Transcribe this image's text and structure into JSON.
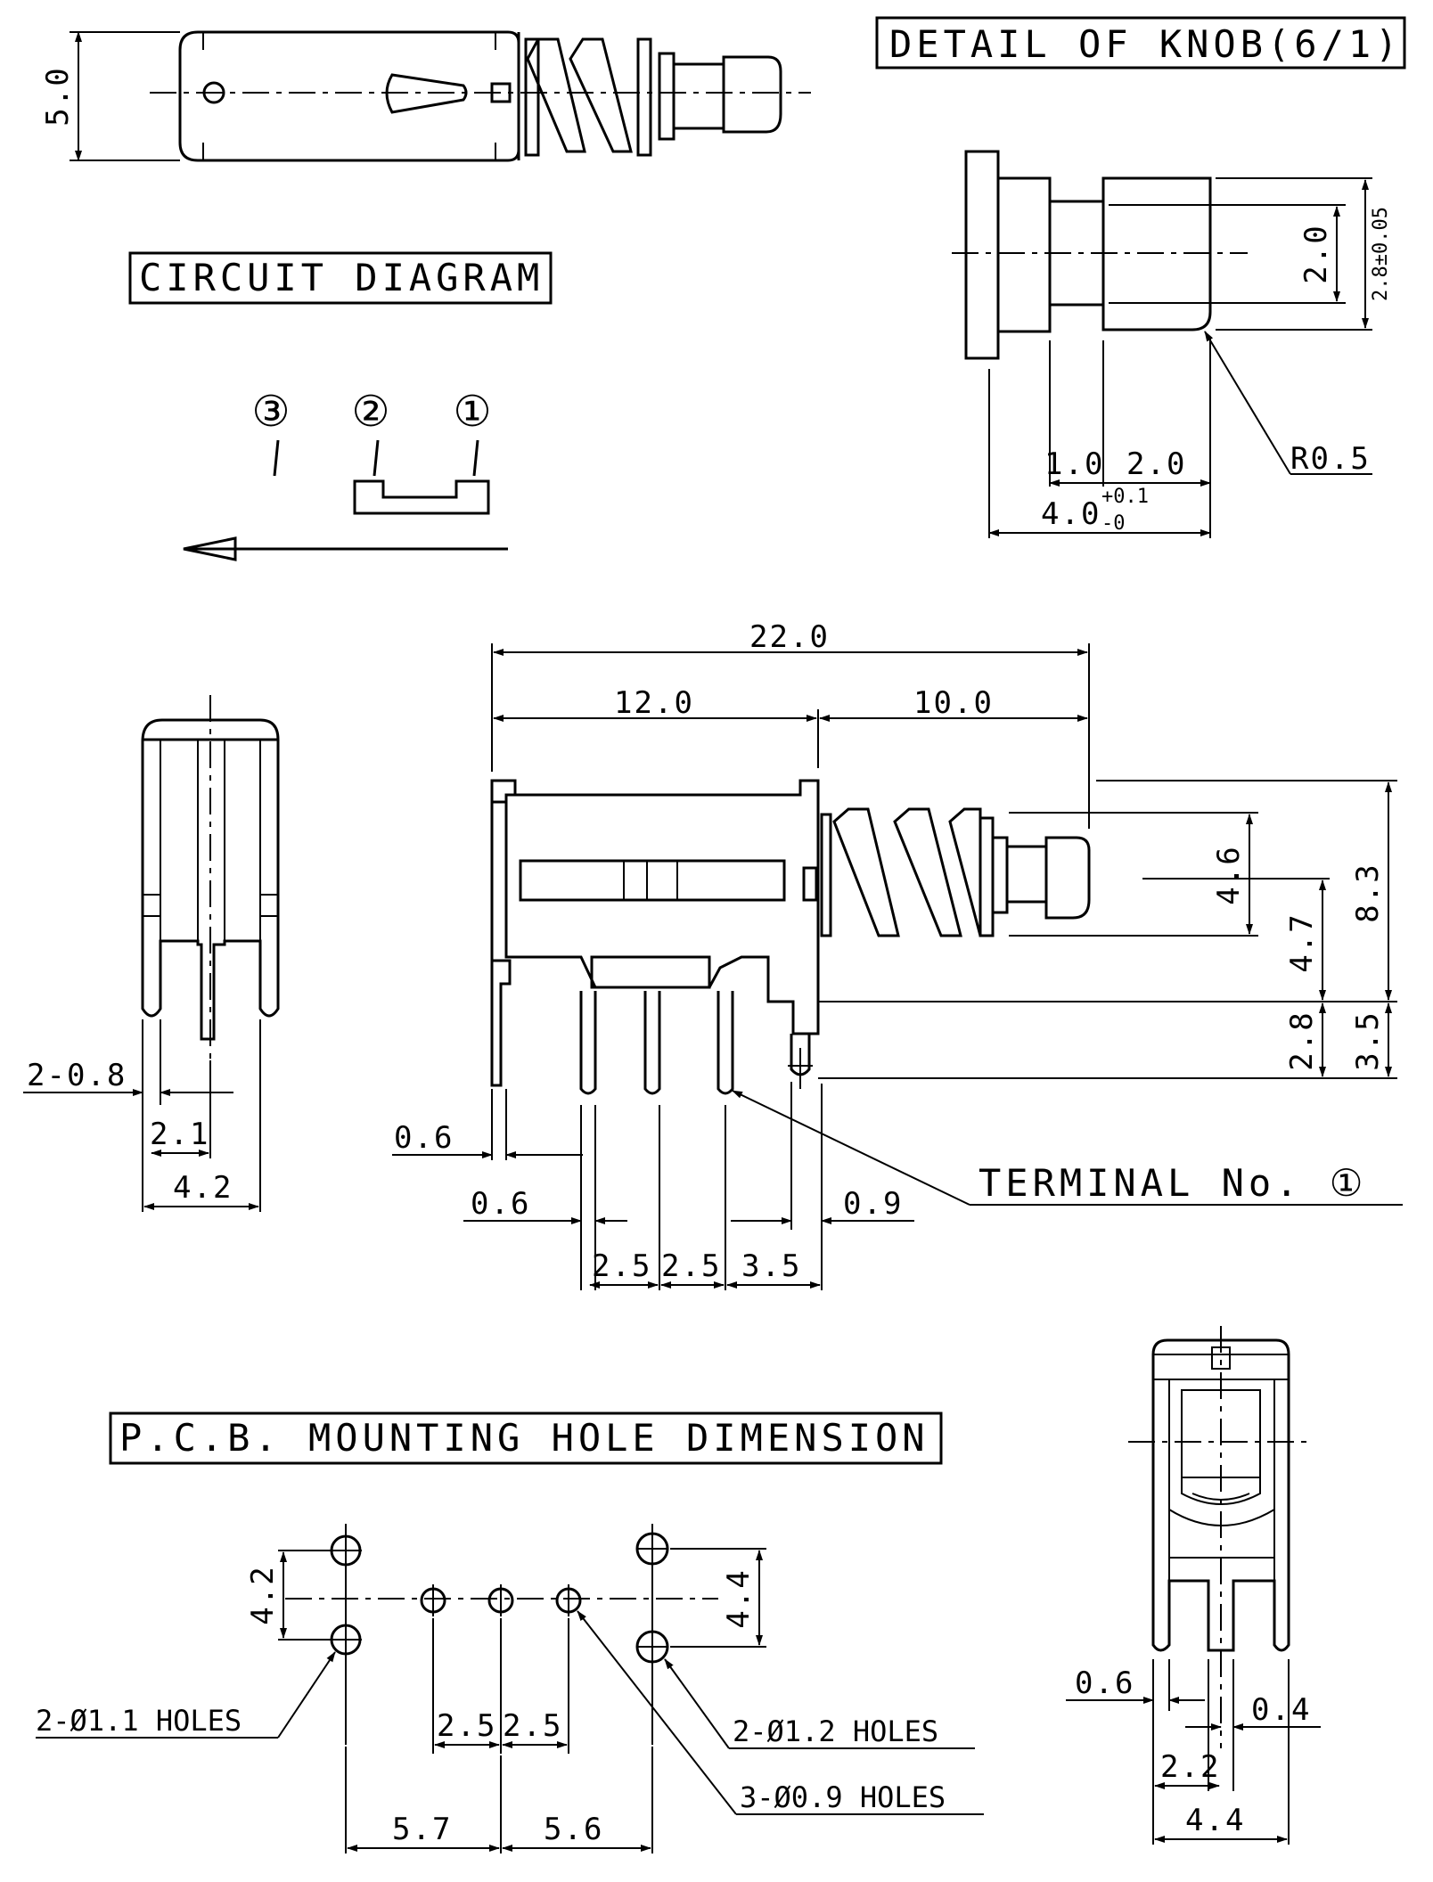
{
  "titles": {
    "detail_knob": "DETAIL OF KNOB(6/1)",
    "circuit_diagram": "CIRCUIT DIAGRAM",
    "pcb_mounting": "P.C.B. MOUNTING HOLE DIMENSION"
  },
  "top_view": {
    "height": "5.0"
  },
  "knob": {
    "dia_2_0": "2.0",
    "dia_2_8": "2.8±0.05",
    "len_1_0": "1.0",
    "len_2_0": "2.0",
    "len_4_0": "4.0",
    "tol_plus": "+0.1",
    "tol_minus": "-0",
    "radius": "R0.5"
  },
  "circuit": {
    "terminal_3": "③",
    "terminal_2": "②",
    "terminal_1": "①"
  },
  "side_view": {
    "total_len": "22.0",
    "body_len": "12.0",
    "knob_len": "10.0",
    "h_4_6": "4.6",
    "h_4_7": "4.7",
    "h_8_3": "8.3",
    "h_2_8": "2.8",
    "h_3_5": "3.5",
    "w_0_6a": "0.6",
    "w_0_6b": "0.6",
    "w_0_9": "0.9",
    "pitch_1": "2.5",
    "pitch_2": "2.5",
    "pitch_3": "3.5",
    "terminal_label": "TERMINAL No. ①"
  },
  "end_view": {
    "pin_w": "2-0.8",
    "pitch": "2.1",
    "width": "4.2"
  },
  "front_view": {
    "w_0_6": "0.6",
    "w_0_4": "0.4",
    "w_2_2": "2.2",
    "w_4_4": "4.4"
  },
  "pcb": {
    "left_pitch": "4.2",
    "right_pitch": "4.4",
    "p1": "2.5",
    "p2": "2.5",
    "d_left": "5.7",
    "d_right": "5.6",
    "holes_left": "2-Ø1.1 HOLES",
    "holes_right": "2-Ø1.2 HOLES",
    "holes_center": "3-Ø0.9 HOLES"
  }
}
